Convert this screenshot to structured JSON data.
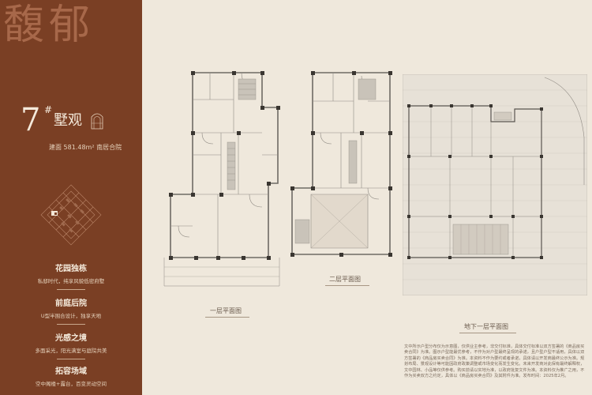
{
  "brand": {
    "title": "馥郁"
  },
  "villa": {
    "number": "7",
    "hash": "#",
    "name": "墅观",
    "area_text": "建面 581.48m² 南居合院"
  },
  "features": [
    {
      "title": "花园独栋",
      "desc": "私邸时代，纯享风貌低密府墅"
    },
    {
      "title": "前庭后院",
      "desc": "U型半围合设计，独享天地"
    },
    {
      "title": "光感之境",
      "desc": "多面采光，阳光满室与庭院共美"
    },
    {
      "title": "拓容场域",
      "desc": "空中阁楼+露台，百变灵动空间"
    }
  ],
  "plans": {
    "first_floor_label": "一层平面图",
    "second_floor_label": "二层平面图",
    "basement_label": "地下一层平面图"
  },
  "disclaimer": "文中所示户型分布仅为示意图，仅供业主参考，非交付标准，具体交付标准以双方签署的《商品房买卖合同》为准。图示户型能最优参考，不作为对户型最终呈现的承诺，且户型户型不适用，具体以双方签署的《商品房买卖合同》为准。本资料不作为要约或者承诺，具体请以开发商最终公示为准。规划布局、景观设计等可能因政府政策调整或市场变化而发生变化。未来开发商对此保有最终解释权，文中园林、小品等仅供参考。购买前请以实地为准，以政府批复文件为准。本资料仅为推广之用，不作为买卖双方之约定，具体以《商品房买卖合同》及其附件为准。发布时间：2025年2月。"
}
